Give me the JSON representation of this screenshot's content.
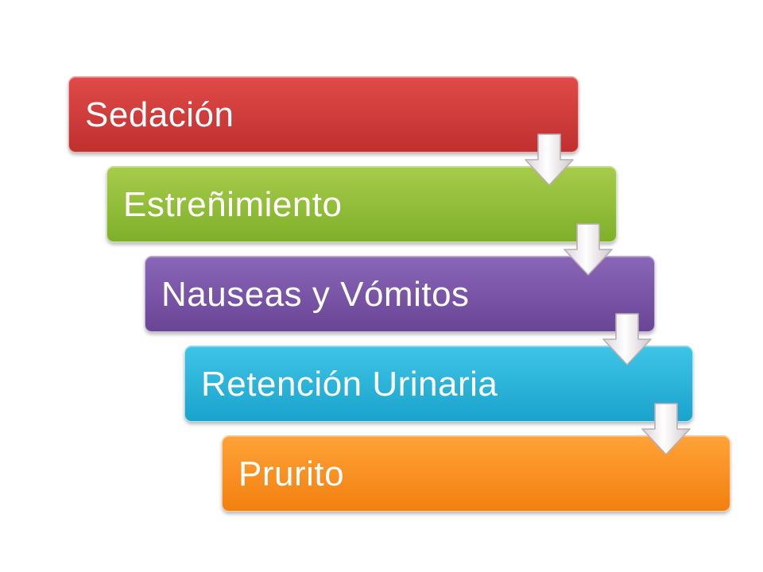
{
  "diagram": {
    "steps": [
      {
        "label": "Sedación",
        "color_top": "#e04a48",
        "color_bottom": "#c0302f"
      },
      {
        "label": "Estreñimiento",
        "color_top": "#a6cc4a",
        "color_bottom": "#7fb02a"
      },
      {
        "label": "Nauseas y Vómitos",
        "color_top": "#8a66b8",
        "color_bottom": "#6a4596"
      },
      {
        "label": "Retención Urinaria",
        "color_top": "#3ec4e6",
        "color_bottom": "#1aa3cc"
      },
      {
        "label": "Prurito",
        "color_top": "#ffa238",
        "color_bottom": "#f2800f"
      }
    ],
    "connector_icon": "down-arrow-icon"
  }
}
